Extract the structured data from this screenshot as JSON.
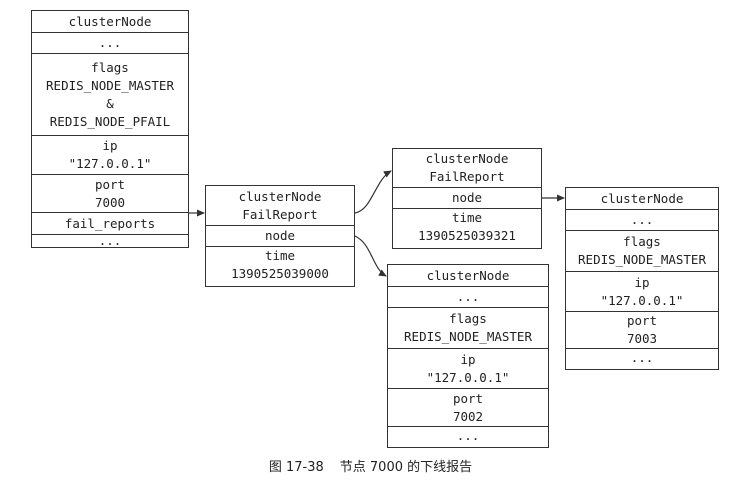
{
  "node_7000": {
    "type": "clusterNode",
    "ellipsis_top": "...",
    "flags_label": "flags",
    "flag_master": "REDIS_NODE_MASTER",
    "flag_and": "&",
    "flag_pfail": "REDIS_NODE_PFAIL",
    "ip_label": "ip",
    "ip_value": "\"127.0.0.1\"",
    "port_label": "port",
    "port_value": "7000",
    "fail_reports_label": "fail_reports",
    "ellipsis_bottom": "..."
  },
  "report_a": {
    "type_line1": "clusterNode",
    "type_line2": "FailReport",
    "node_label": "node",
    "time_label": "time",
    "time_value": "1390525039000"
  },
  "report_b": {
    "type_line1": "clusterNode",
    "type_line2": "FailReport",
    "node_label": "node",
    "time_label": "time",
    "time_value": "1390525039321"
  },
  "node_7002": {
    "type": "clusterNode",
    "ellipsis_top": "...",
    "flags_label": "flags",
    "flag_master": "REDIS_NODE_MASTER",
    "ip_label": "ip",
    "ip_value": "\"127.0.0.1\"",
    "port_label": "port",
    "port_value": "7002",
    "ellipsis_bottom": "..."
  },
  "node_7003": {
    "type": "clusterNode",
    "ellipsis_top": "...",
    "flags_label": "flags",
    "flag_master": "REDIS_NODE_MASTER",
    "ip_label": "ip",
    "ip_value": "\"127.0.0.1\"",
    "port_label": "port",
    "port_value": "7003",
    "ellipsis_bottom": "..."
  },
  "caption": {
    "number": "图 17-38",
    "text": "节点 7000 的下线报告"
  }
}
